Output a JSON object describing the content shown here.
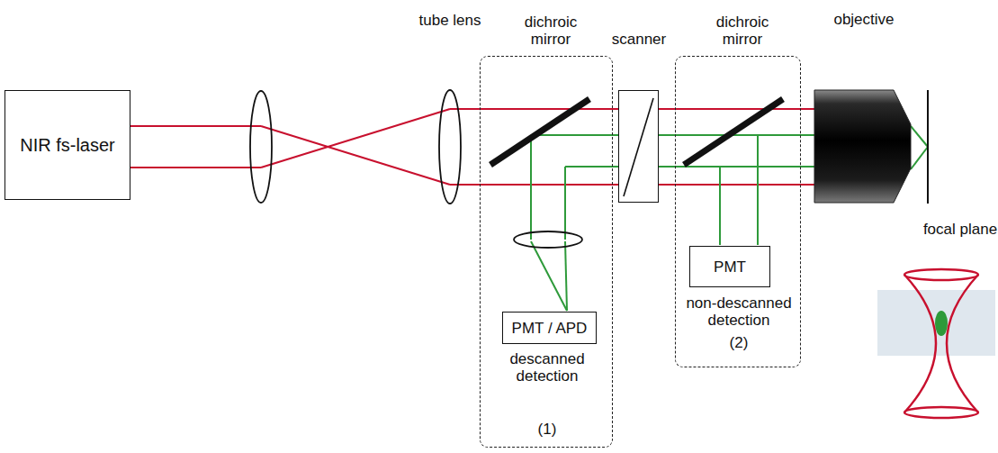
{
  "diagram": {
    "nodes": [
      {
        "text": [
          "NIR fs-laser"
        ]
      },
      {
        "text": [
          "descanned detection",
          "(1)"
        ]
      },
      {
        "text": [
          "PMT / APD"
        ],
        "in": 1
      },
      {
        "text": [
          "scanner"
        ]
      },
      {
        "text": [
          "non-descanned detection",
          "(2)"
        ]
      },
      {
        "text": [
          "PMT"
        ],
        "in": 4
      },
      {
        "text": [
          "objective"
        ]
      }
    ],
    "labels": [
      "tube lens",
      "dichroic mirror",
      "dichroic mirror",
      "focal plane"
    ]
  }
}
